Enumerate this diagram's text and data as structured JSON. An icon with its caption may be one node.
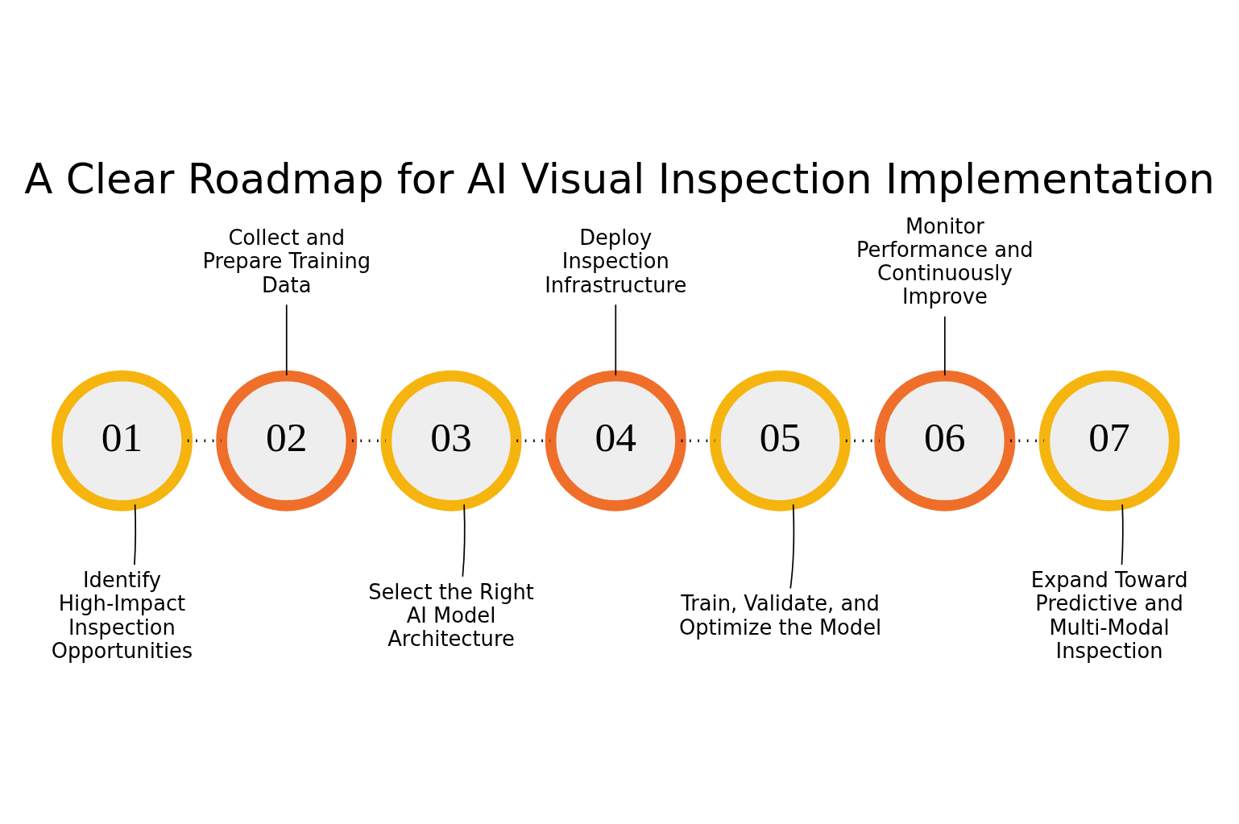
{
  "diagram": {
    "title": "A Clear Roadmap for AI Visual Inspection Implementation",
    "nodes": [
      {
        "text": [
          "01"
        ]
      },
      {
        "text": [
          "02"
        ]
      },
      {
        "text": [
          "03"
        ]
      },
      {
        "text": [
          "04"
        ]
      },
      {
        "text": [
          "05"
        ]
      },
      {
        "text": [
          "06"
        ]
      },
      {
        "text": [
          "07"
        ]
      },
      {
        "text": [
          "Identify High-Impact Inspection Opportunities"
        ]
      },
      {
        "text": [
          "Collect and Prepare Training Data"
        ]
      },
      {
        "text": [
          "Select the Right AI Model Architecture"
        ]
      },
      {
        "text": [
          "Deploy Inspection Infrastructure"
        ]
      },
      {
        "text": [
          "Train, Validate, and Optimize the Model"
        ]
      },
      {
        "text": [
          "Monitor Performance and Continuously Improve"
        ]
      },
      {
        "text": [
          "Expand Toward Predictive and Multi-Modal Inspection"
        ]
      }
    ],
    "edges": [
      {
        "from": 0,
        "to": 1,
        "arrow": "none",
        "style": "dashed"
      },
      {
        "from": 1,
        "to": 2,
        "arrow": "none",
        "style": "dashed"
      },
      {
        "from": 2,
        "to": 3,
        "arrow": "none",
        "style": "dashed"
      },
      {
        "from": 3,
        "to": 4,
        "arrow": "none",
        "style": "dashed"
      },
      {
        "from": 4,
        "to": 5,
        "arrow": "none",
        "style": "dashed"
      },
      {
        "from": 5,
        "to": 6,
        "arrow": "none",
        "style": "dashed"
      },
      {
        "from": 7,
        "to": 0,
        "arrow": "none"
      },
      {
        "from": 8,
        "to": 1,
        "arrow": "none"
      },
      {
        "from": 9,
        "to": 2,
        "arrow": "none"
      },
      {
        "from": 10,
        "to": 3,
        "arrow": "none"
      },
      {
        "from": 11,
        "to": 4,
        "arrow": "none"
      },
      {
        "from": 12,
        "to": 5,
        "arrow": "none"
      },
      {
        "from": 13,
        "to": 6,
        "arrow": "none"
      }
    ]
  }
}
